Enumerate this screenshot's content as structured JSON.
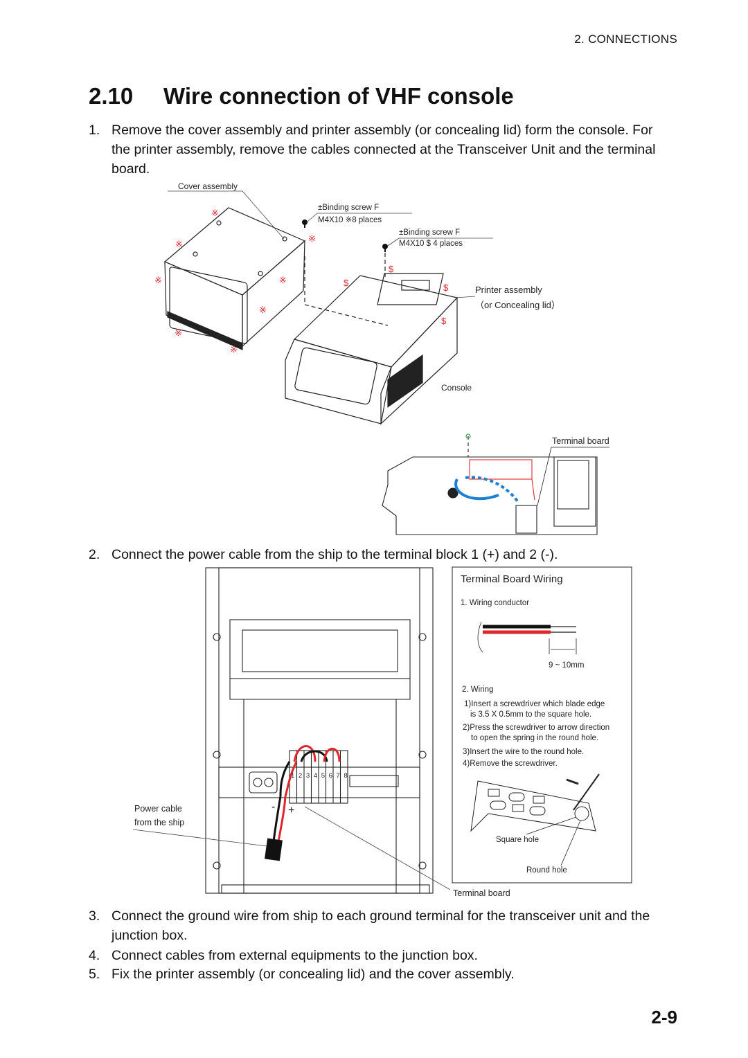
{
  "header": {
    "section": "2. CONNECTIONS"
  },
  "title": {
    "number": "2.10",
    "text": "Wire connection of VHF console"
  },
  "steps": [
    {
      "n": "1.",
      "text": "Remove the cover assembly and printer assembly (or concealing lid) form the console. For the printer assembly, remove the cables connected at the Transceiver Unit and the terminal board."
    },
    {
      "n": "2.",
      "text": "Connect the power cable from the ship to the terminal block 1 (+) and 2 (-)."
    },
    {
      "n": "3.",
      "text": "Connect the ground wire from ship to each ground terminal for the transceiver unit and the junction box."
    },
    {
      "n": "4.",
      "text": "Connect cables from external equipments to the junction box."
    },
    {
      "n": "5.",
      "text": "Fix the printer assembly (or concealing lid) and the cover assembly."
    }
  ],
  "figure1": {
    "cover_assembly": "Cover assembly",
    "screw1_line1": "±Binding screw F",
    "screw1_line2": "M4X10  ※8 places",
    "screw2_line1": "±Binding screw F",
    "screw2_line2": "M4X10  $ 4 places",
    "printer_line1": "Printer assembly",
    "printer_line2": "（or Concealing lid）",
    "console": "Console",
    "terminal_board": "Terminal board",
    "mark_ref": "※",
    "mark_dollar": "$"
  },
  "figure2": {
    "power_cable_line1": "Power cable",
    "power_cable_line2": "from the ship",
    "terminal_board": "Terminal board",
    "minus": "-",
    "plus": "+",
    "terminal_numbers": "1 2 3 4 5 6 7 8",
    "inset": {
      "title": "Terminal Board Wiring",
      "s1": "1. Wiring conductor",
      "dim": "9 ~ 10mm",
      "s2": "2. Wiring",
      "i1a": "1)Insert a screwdriver which blade edge",
      "i1b": "is 3.5 X 0.5mm to the square hole.",
      "i2a": "2)Press the screwdriver to arrow direction",
      "i2b": "to open the spring in the round hole.",
      "i3": "3)Insert the wire to the round hole.",
      "i4": "4)Remove the screwdriver.",
      "square_hole": "Square hole",
      "round_hole": "Round hole"
    }
  },
  "page_number": "2-9",
  "colors": {
    "mark_red": "#e0262b",
    "wire_red": "#e0262b",
    "cable_blue": "#1f7fd1",
    "wire_black": "#111111"
  }
}
